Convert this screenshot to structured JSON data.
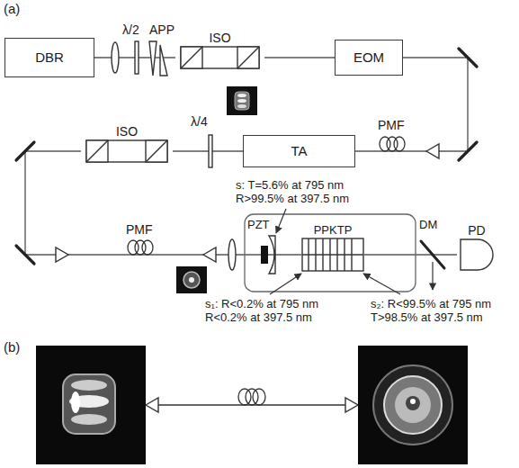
{
  "diagram": {
    "nodes": [
      {
        "text": [
          "DBR"
        ]
      },
      {
        "text": [
          "ISO"
        ]
      },
      {
        "text": [
          "EOM"
        ]
      },
      {
        "text": [
          "TA"
        ]
      },
      {
        "text": [
          "ISO"
        ]
      },
      {
        "text": [
          "PPKTP"
        ]
      },
      {
        "text": [
          "PD"
        ]
      }
    ],
    "edges": [
      {
        "from": 0,
        "to": 1,
        "arrow": "none"
      },
      {
        "from": 1,
        "to": 2,
        "arrow": "none"
      },
      {
        "from": 2,
        "to": 3,
        "arrow": "none"
      },
      {
        "from": 3,
        "to": 4,
        "arrow": "none"
      },
      {
        "from": 4,
        "to": 5,
        "arrow": "none"
      },
      {
        "from": 5,
        "to": 6,
        "arrow": "none"
      }
    ],
    "labels": [
      "(a)",
      "λ/2",
      "APP",
      "λ/4",
      "PMF",
      "PMF",
      "s: T=5.6% at 795 nm R>99.5% at 397.5 nm",
      "PZT",
      "s₁: R<0.2% at 795 nm R<0.2% at 397.5 nm",
      "DM",
      "s₂: R<99.5% at 795 nm T>98.5% at 397.5 nm",
      "(b)"
    ]
  }
}
